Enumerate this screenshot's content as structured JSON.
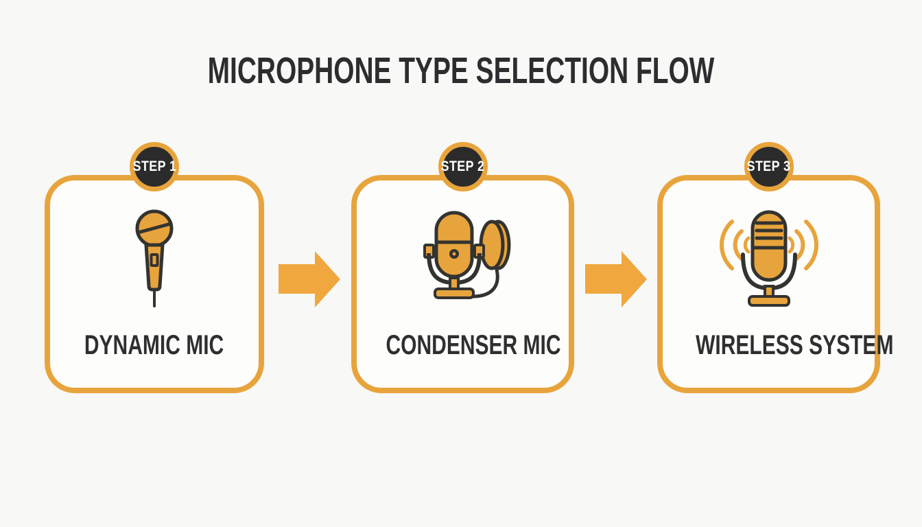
{
  "title": "MICROPHONE TYPE SELECTION FLOW",
  "colors": {
    "accent_orange": "#E8A43C",
    "arrow_color": "#EFA73E",
    "outline_dark": "#333330",
    "badge_bg": "#2B2B2B",
    "badge_text": "#FFFFFF",
    "card_bg": "#FDFDFB",
    "page_bg": "#F8F8F6",
    "title_color": "#2D2D30",
    "label_color": "#2F2F2F"
  },
  "steps": [
    {
      "badge": "STEP 1",
      "label": "DYNAMIC MIC",
      "icon": "dynamic-mic-icon"
    },
    {
      "badge": "STEP 2",
      "label": "CONDENSER MIC",
      "icon": "condenser-mic-icon"
    },
    {
      "badge": "STEP 3",
      "label": "WIRELESS SYSTEM",
      "icon": "wireless-mic-icon"
    }
  ],
  "arrows": [
    {
      "icon": "arrow-right-icon"
    },
    {
      "icon": "arrow-right-icon"
    }
  ]
}
